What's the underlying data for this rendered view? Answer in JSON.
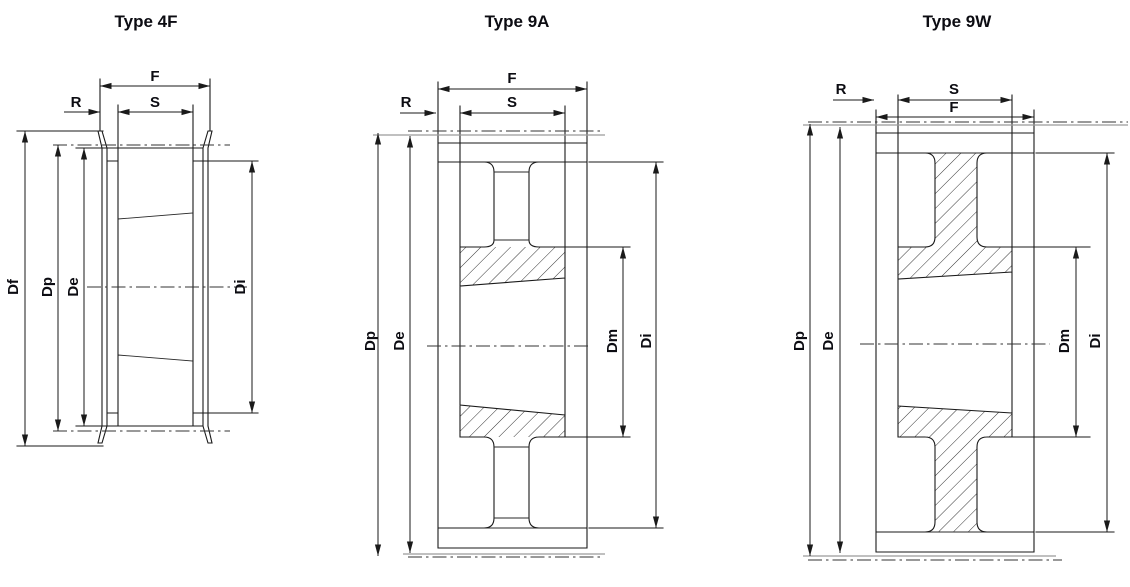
{
  "colors": {
    "ink": "#1a1a1a",
    "phantom": "#9a9a9a",
    "paper": "#ffffff"
  },
  "figures": [
    {
      "title": "Type 4F",
      "labels": {
        "F": "F",
        "S": "S",
        "R": "R",
        "Df": "Df",
        "Dp": "Dp",
        "De": "De",
        "Di": "Di"
      }
    },
    {
      "title": "Type 9A",
      "labels": {
        "F": "F",
        "S": "S",
        "R": "R",
        "Dp": "Dp",
        "De": "De",
        "Dm": "Dm",
        "Di": "Di"
      }
    },
    {
      "title": "Type 9W",
      "labels": {
        "R": "R",
        "S": "S",
        "F": "F",
        "Dp": "Dp",
        "De": "De",
        "Dm": "Dm",
        "Di": "Di"
      }
    }
  ]
}
